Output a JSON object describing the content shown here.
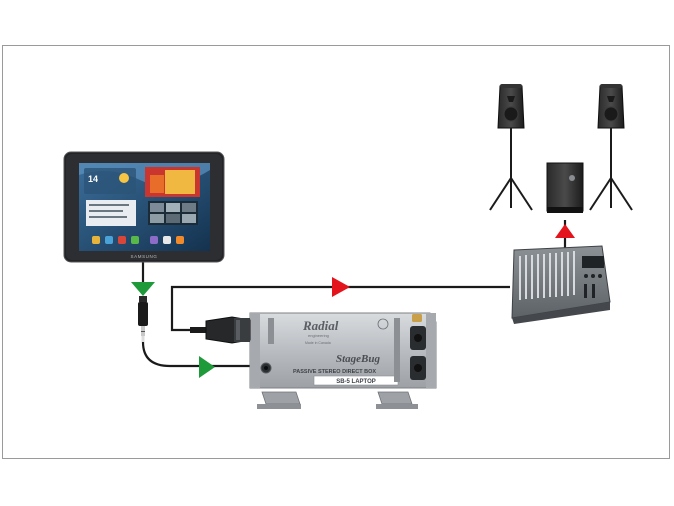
{
  "tablet": {
    "brand": "SAMSUNG",
    "clock": "14"
  },
  "direct_box": {
    "brand": "Radial",
    "brand_sub": "engineering",
    "made_in": "Made in Canada",
    "product": "StageBug",
    "description": "PASSIVE STEREO DIRECT BOX",
    "model": "SB-5 LAPTOP"
  },
  "colors": {
    "signal_green": "#1f9a3b",
    "signal_red": "#e3141b",
    "cable": "#1a1a1a"
  }
}
